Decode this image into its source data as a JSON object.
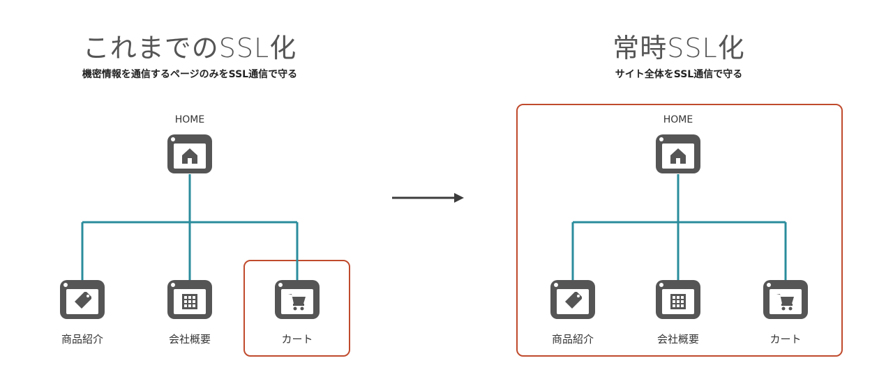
{
  "left": {
    "title": "これまでのSSL化",
    "subtitle": "機密情報を通信するページのみをSSL通信で守る",
    "home_label": "HOME",
    "pages": [
      {
        "label": "商品紹介",
        "icon": "tag-icon"
      },
      {
        "label": "会社概要",
        "icon": "building-icon"
      },
      {
        "label": "カート",
        "icon": "cart-icon"
      }
    ]
  },
  "right": {
    "title": "常時SSL化",
    "subtitle": "サイト全体をSSL通信で守る",
    "home_label": "HOME",
    "pages": [
      {
        "label": "商品紹介",
        "icon": "tag-icon"
      },
      {
        "label": "会社概要",
        "icon": "building-icon"
      },
      {
        "label": "カート",
        "icon": "cart-icon"
      }
    ]
  },
  "colors": {
    "connector": "#2a8c9c",
    "icon": "#555555",
    "ssl_frame": "#c04a2c",
    "arrow": "#3c3c3c"
  }
}
